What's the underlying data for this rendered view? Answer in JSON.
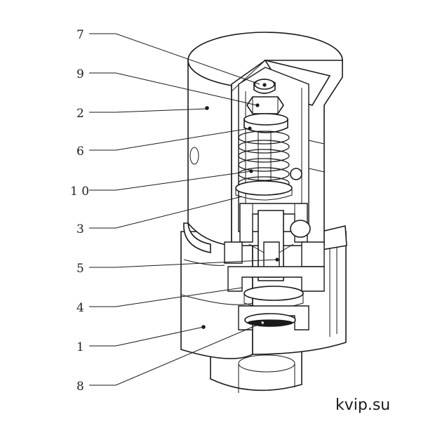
{
  "diagram": {
    "callouts": [
      {
        "id": "7",
        "label": "7"
      },
      {
        "id": "9",
        "label": "9"
      },
      {
        "id": "2",
        "label": "2"
      },
      {
        "id": "6",
        "label": "6"
      },
      {
        "id": "10",
        "label": "1 0"
      },
      {
        "id": "3",
        "label": "3"
      },
      {
        "id": "5",
        "label": "5"
      },
      {
        "id": "4",
        "label": "4"
      },
      {
        "id": "1",
        "label": "1"
      },
      {
        "id": "8",
        "label": "8"
      }
    ]
  },
  "watermark": "kvip.su",
  "colors": {
    "ink": "#1a1a1a",
    "paper": "#ffffff"
  }
}
